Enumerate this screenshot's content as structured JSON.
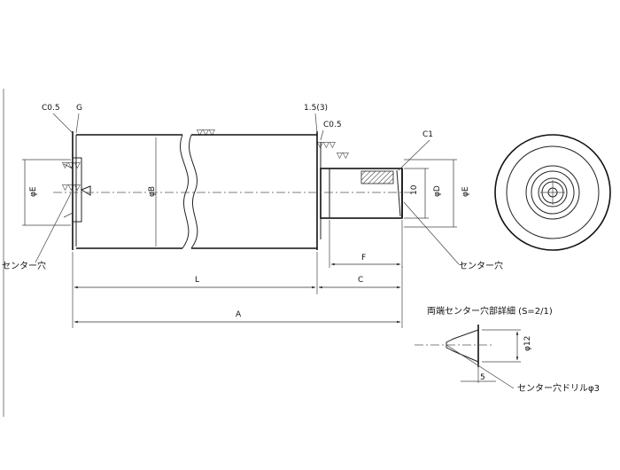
{
  "labels": {
    "chamfer_left": "C0.5",
    "groove": "G",
    "groove_dim": "1.5(3)",
    "chamfer_right": "C0.5",
    "chamfer_c1": "C1",
    "phi_e_left": "φE",
    "phi_b": "φB",
    "phi_d": "φD",
    "phi_e_right": "φE",
    "ten": "10",
    "center_hole_left": "センター穴",
    "center_hole_right": "センター穴",
    "dim_f": "F",
    "dim_l": "L",
    "dim_c": "C",
    "dim_a": "A",
    "detail_title": "両端センター穴部詳細 (S=2/1)",
    "phi_12": "φ12",
    "dim_5": "5",
    "drill_note": "センター穴ドリルφ3"
  }
}
